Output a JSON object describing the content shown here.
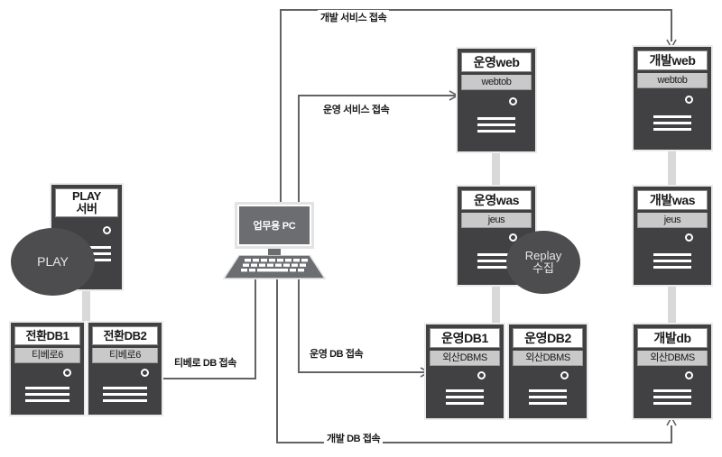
{
  "diagram": {
    "title": "System architecture connection diagram",
    "colors": {
      "server_body": "#414042",
      "server_title_bg": "#ffffff",
      "server_sub_bg": "#c9c9c9",
      "pipe": "#d9d9d9",
      "line": "#636363",
      "bubble": "#4d4d4f",
      "pc": "#6b6d70",
      "background": "#ffffff"
    }
  },
  "nodes": {
    "play_server": {
      "title": "PLAY",
      "title2": "서버",
      "sub": ""
    },
    "play_bubble": {
      "label": "PLAY"
    },
    "conv_db1": {
      "title": "전환DB1",
      "sub": "티베로6"
    },
    "conv_db2": {
      "title": "전환DB2",
      "sub": "티베로6"
    },
    "work_pc": {
      "label": "업무용 PC"
    },
    "prod_web": {
      "title": "운영web",
      "sub": "webtob"
    },
    "dev_web": {
      "title": "개발web",
      "sub": "webtob"
    },
    "prod_was": {
      "title": "운영was",
      "sub": "jeus"
    },
    "dev_was": {
      "title": "개발was",
      "sub": "jeus"
    },
    "replay_bubble": {
      "label": "Replay",
      "label2": "수집"
    },
    "prod_db1": {
      "title": "운영DB1",
      "sub": "외산DBMS"
    },
    "prod_db2": {
      "title": "운영DB2",
      "sub": "외산DBMS"
    },
    "dev_db": {
      "title": "개발db",
      "sub": "외산DBMS"
    }
  },
  "edges": {
    "dev_service": {
      "label": "개발 서비스 접속"
    },
    "prod_service": {
      "label": "운영 서비스 접속"
    },
    "tibero_db": {
      "label": "티베로 DB 접속"
    },
    "prod_db": {
      "label": "운영 DB 접속"
    },
    "dev_db": {
      "label": "개발 DB 접속"
    }
  }
}
